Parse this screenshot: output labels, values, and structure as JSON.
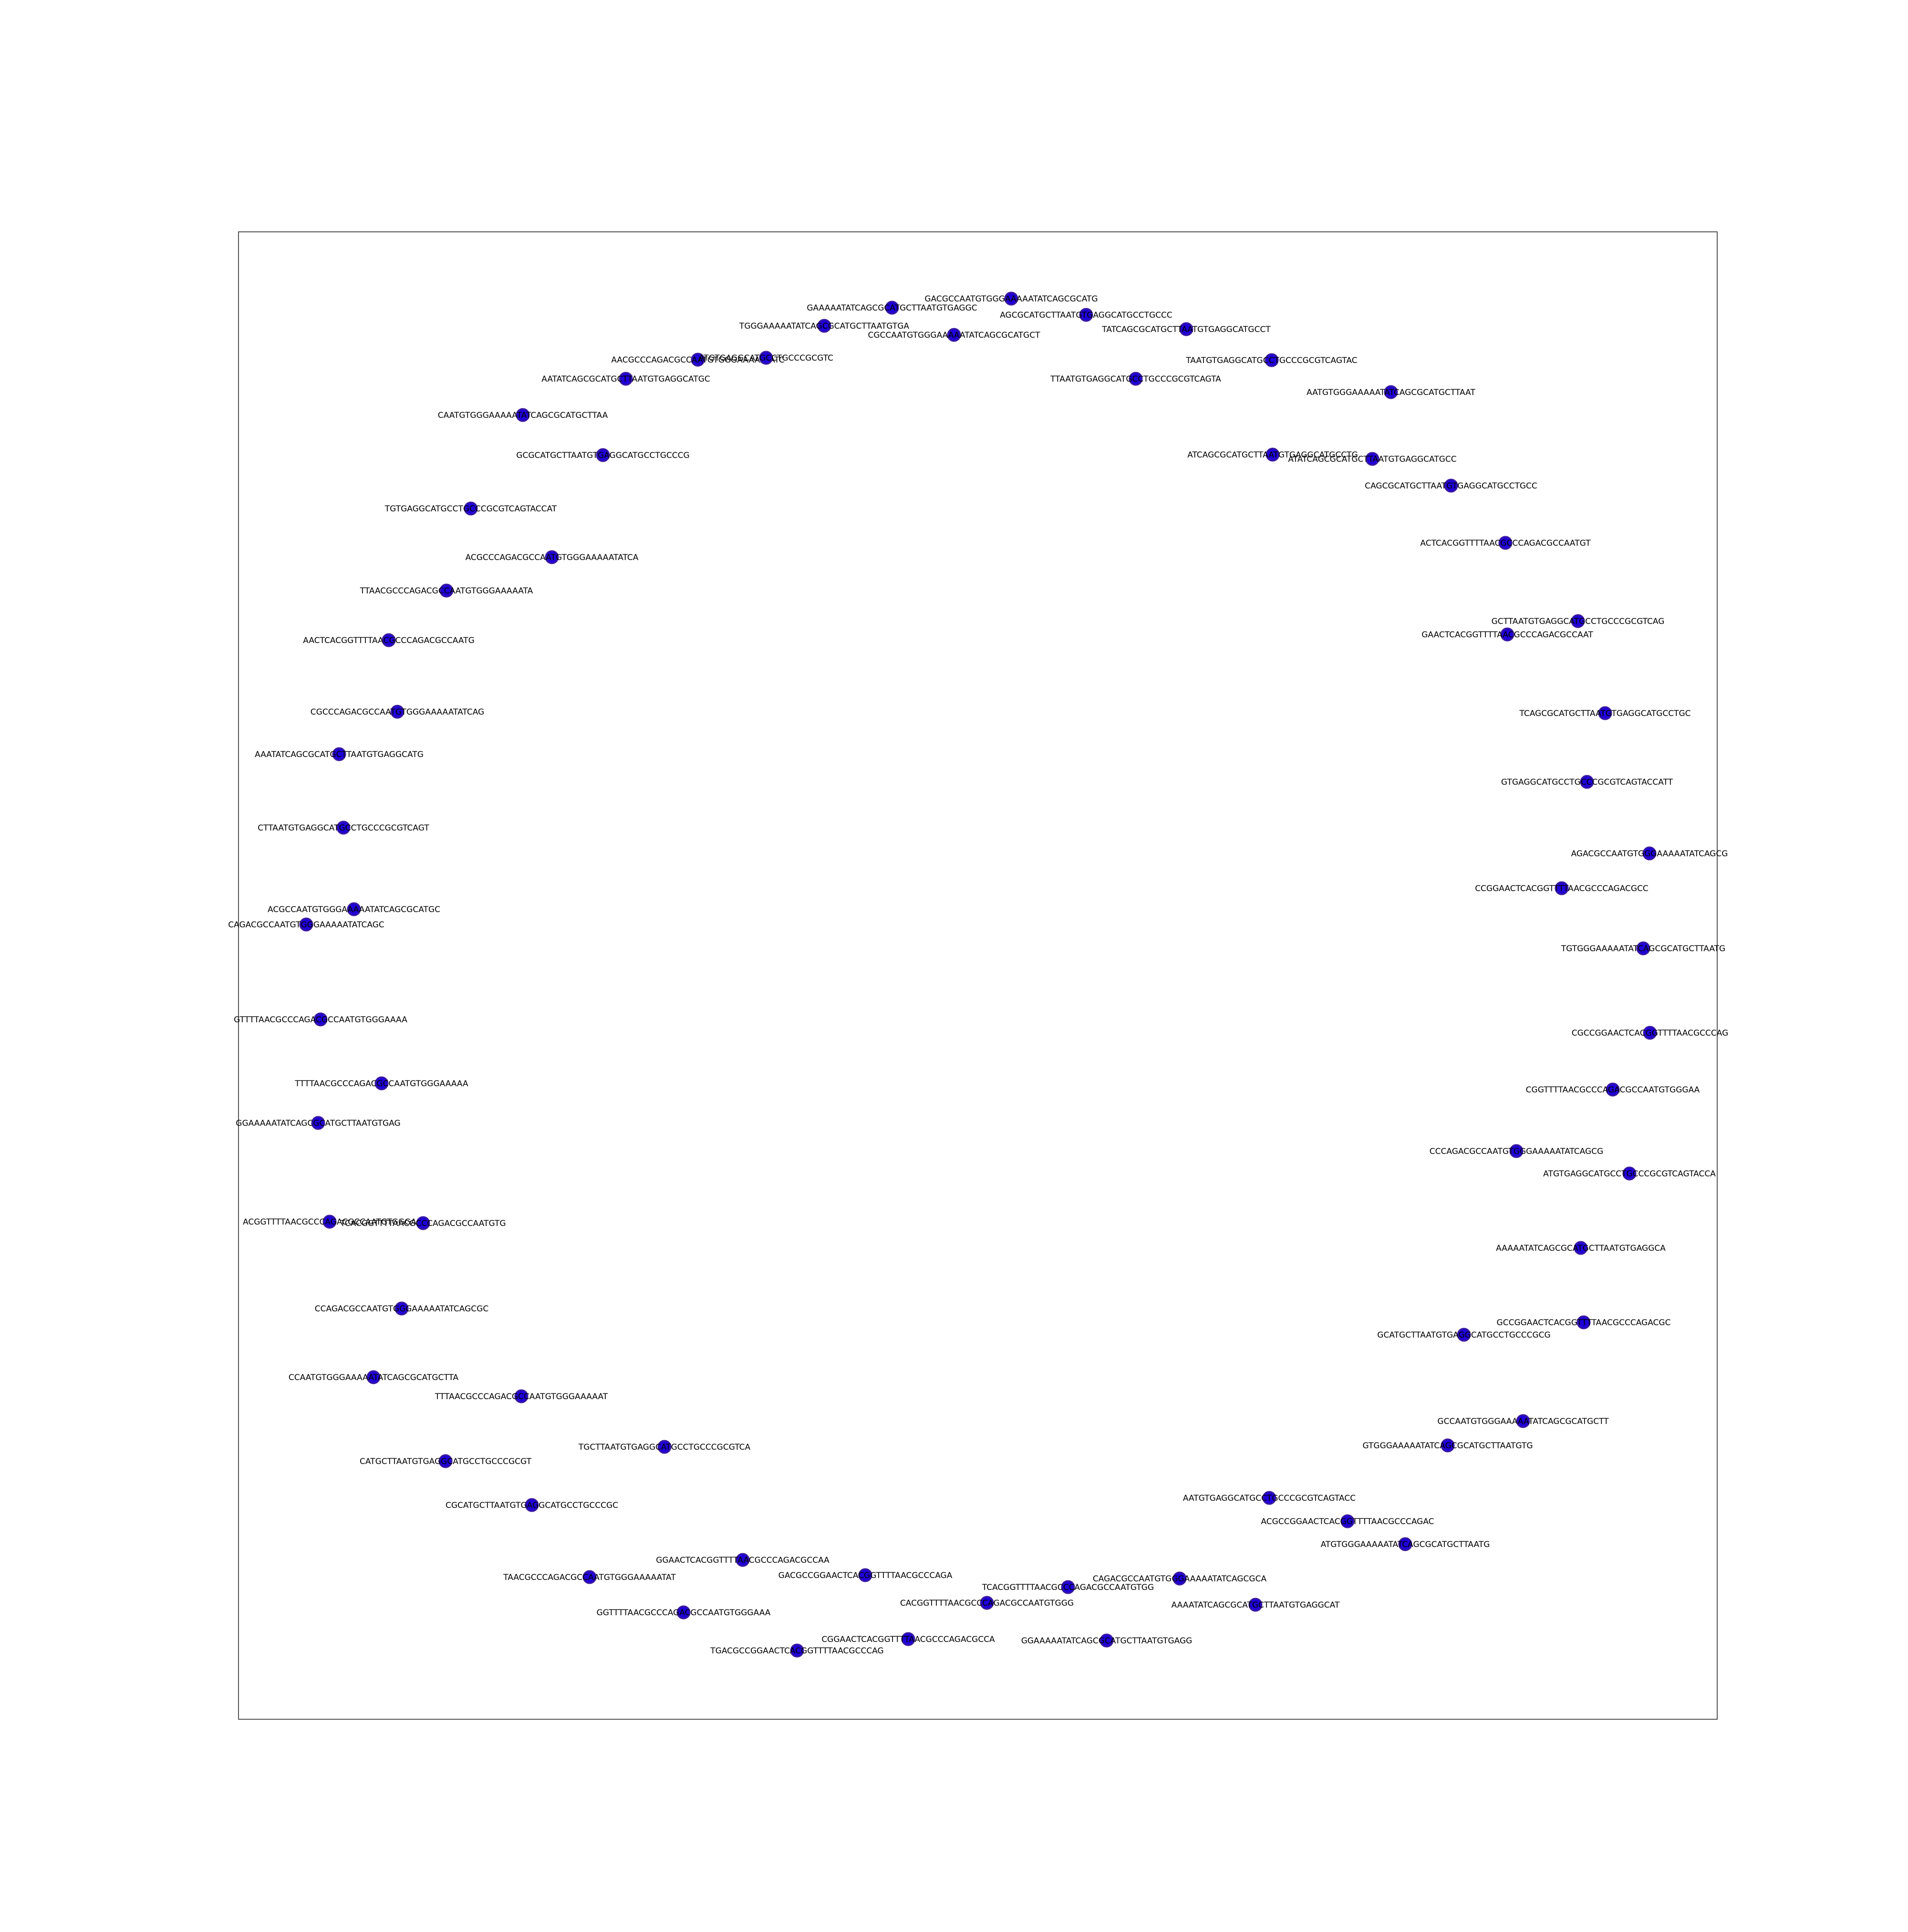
{
  "figure": {
    "background": "#ffffff",
    "node_color": "#1f00d8",
    "frame_color": "#555555"
  },
  "nodes": [
    {
      "id": 0,
      "label": "GACGCCAATGTGGGAAAAATATCAGCGCATG"
    },
    {
      "id": 1,
      "label": "GAAAAATATCAGCGCATGCTTAATGTGAGGC"
    },
    {
      "id": 2,
      "label": "AGCGCATGCTTAATGTGAGGCATGCCTGCCC"
    },
    {
      "id": 3,
      "label": "TGGGAAAAATATCAGCGCATGCTTAATGTGA"
    },
    {
      "id": 4,
      "label": "CGCCAATGTGGGAAAAATATCAGCGCATGCT"
    },
    {
      "id": 5,
      "label": "TATCAGCGCATGCTTAATGTGAGGCATGCCT"
    },
    {
      "id": 6,
      "label": "AACGCCCAGACGCCAATGTGGGAAAAATATC"
    },
    {
      "id": 7,
      "label": "ATGTGAGGCATGCCTGCCCGCGTC"
    },
    {
      "id": 8,
      "label": "TAATGTGAGGCATGCCTGCCCGCGTCAGTAC"
    },
    {
      "id": 9,
      "label": "AATATCAGCGCATGCTTAATGTGAGGCATGC"
    },
    {
      "id": 10,
      "label": "TTAATGTGAGGCATGCCTGCCCGCGTCAGTA"
    },
    {
      "id": 11,
      "label": "AATGTGGGAAAAATATCAGCGCATGCTTAAT"
    },
    {
      "id": 12,
      "label": "CAATGTGGGAAAAATATCAGCGCATGCTTAA"
    },
    {
      "id": 13,
      "label": "GCGCATGCTTAATGTGAGGCATGCCTGCCCG"
    },
    {
      "id": 14,
      "label": "ATCAGCGCATGCTTAATGTGAGGCATGCCTG"
    },
    {
      "id": 15,
      "label": "ATATCAGCGCATGCTTAATGTGAGGCATGCC"
    },
    {
      "id": 16,
      "label": "CAGCGCATGCTTAATGTGAGGCATGCCTGCC"
    },
    {
      "id": 17,
      "label": "TGTGAGGCATGCCTGCCCGCGTCAGTACCAT"
    },
    {
      "id": 18,
      "label": "ACTCACGGTTTTAACGCCCAGACGCCAATGT"
    },
    {
      "id": 19,
      "label": "ACGCCCAGACGCCAATGTGGGAAAAATATCA"
    },
    {
      "id": 20,
      "label": "TTAACGCCCAGACGCCAATGTGGGAAAAATA"
    },
    {
      "id": 21,
      "label": "GCTTAATGTGAGGCATGCCTGCCCGCGTCAG"
    },
    {
      "id": 22,
      "label": "GAACTCACGGTTTTAACGCCCAGACGCCAAT"
    },
    {
      "id": 23,
      "label": "AACTCACGGTTTTAACGCCCAGACGCCAATG"
    },
    {
      "id": 24,
      "label": "TCAGCGCATGCTTAATGTGAGGCATGCCTGC"
    },
    {
      "id": 25,
      "label": "CGCCCAGACGCCAATGTGGGAAAAATATCAG"
    },
    {
      "id": 26,
      "label": "AAATATCAGCGCATGCTTAATGTGAGGCATG"
    },
    {
      "id": 27,
      "label": "GTGAGGCATGCCTGCCCGCGTCAGTACCATT"
    },
    {
      "id": 28,
      "label": "CTTAATGTGAGGCATGCCTGCCCGCGTCAGT"
    },
    {
      "id": 29,
      "label": "AGACGCCAATGTGGGAAAAATATCAGCG"
    },
    {
      "id": 30,
      "label": "CCGGAACTCACGGTTTTAACGCCCAGACGCC"
    },
    {
      "id": 31,
      "label": "ACGCCAATGTGGGAAAAATATCAGCGCATGC"
    },
    {
      "id": 32,
      "label": "CAGACGCCAATGTGGGAAAAATATCAGC"
    },
    {
      "id": 33,
      "label": "TGTGGGAAAAATATCAGCGCATGCTTAATG"
    },
    {
      "id": 34,
      "label": "GTTTTAACGCCCAGACGCCAATGTGGGAAAA"
    },
    {
      "id": 35,
      "label": "CGCCGGAACTCACGGTTTTAACGCCCAG"
    },
    {
      "id": 36,
      "label": "TTTTAACGCCCAGACGCCAATGTGGGAAAAA"
    },
    {
      "id": 37,
      "label": "CGGTTTTAACGCCCAGACGCCAATGTGGGAA"
    },
    {
      "id": 38,
      "label": "GGAAAAATATCAGCGCATGCTTAATGTGAG"
    },
    {
      "id": 39,
      "label": "CCCAGACGCCAATGTGGGAAAAATATCAGCG"
    },
    {
      "id": 40,
      "label": "ATGTGAGGCATGCCTGCCCGCGTCAGTACCA"
    },
    {
      "id": 41,
      "label": "ACGGTTTTAACGCCCAGACGCCAATGTGGGA"
    },
    {
      "id": 42,
      "label": "TCACGGTTTTAACGCCCAGACGCCAATGTG"
    },
    {
      "id": 43,
      "label": "AAAAATATCAGCGCATGCTTAATGTGAGGCA"
    },
    {
      "id": 44,
      "label": "GCCGGAACTCACGGTTTTAACGCCCAGACGC"
    },
    {
      "id": 45,
      "label": "GCATGCTTAATGTGAGGCATGCCTGCCCGCG"
    },
    {
      "id": 46,
      "label": "CCAGACGCCAATGTGGGAAAAATATCAGCGC"
    },
    {
      "id": 47,
      "label": "CCAATGTGGGAAAAATATCAGCGCATGCTTA"
    },
    {
      "id": 48,
      "label": "TTTAACGCCCAGACGCCAATGTGGGAAAAAT"
    },
    {
      "id": 49,
      "label": "GCCAATGTGGGAAAAATATCAGCGCATGCTT"
    },
    {
      "id": 50,
      "label": "GTGGGAAAAATATCAGCGCATGCTTAATGTG"
    },
    {
      "id": 51,
      "label": "TGCTTAATGTGAGGCATGCCTGCCCGCGTCA"
    },
    {
      "id": 52,
      "label": "CATGCTTAATGTGAGGCATGCCTGCCCGCGT"
    },
    {
      "id": 53,
      "label": "AATGTGAGGCATGCCTGCCCGCGTCAGTACC"
    },
    {
      "id": 54,
      "label": "CGCATGCTTAATGTGAGGCATGCCTGCCCGC"
    },
    {
      "id": 55,
      "label": "ACGCCGGAACTCACGGTTTTAACGCCCAGAC"
    },
    {
      "id": 56,
      "label": "ATGTGGGAAAAATATCAGCGCATGCTTAATG"
    },
    {
      "id": 57,
      "label": "GGAACTCACGGTTTTAACGCCCAGACGCCAA"
    },
    {
      "id": 58,
      "label": "GACGCCGGAACTCACGGTTTTAACGCCCAGA"
    },
    {
      "id": 59,
      "label": "TAACGCCCAGACGCCAATGTGGGAAAAATAT"
    },
    {
      "id": 60,
      "label": "TCACGGTTTTAACGCCCAGACGCCAATGTGG"
    },
    {
      "id": 61,
      "label": "CAGACGCCAATGTGGGAAAAATATCAGCGCA"
    },
    {
      "id": 62,
      "label": "CACGGTTTTAACGCCCAGACGCCAATGTGGG"
    },
    {
      "id": 63,
      "label": "AAAATATCAGCGCATGCTTAATGTGAGGCAT"
    },
    {
      "id": 64,
      "label": "GGTTTTAACGCCCAGACGCCAATGTGGGAAA"
    },
    {
      "id": 65,
      "label": "CGGAACTCACGGTTTTAACGCCCAGACGCCA"
    },
    {
      "id": 66,
      "label": "GGAAAAATATCAGCGCATGCTTAATGTGAGG"
    },
    {
      "id": 67,
      "label": "TGACGCCGGAACTCACGGTTTTAACGCCCAG"
    }
  ]
}
